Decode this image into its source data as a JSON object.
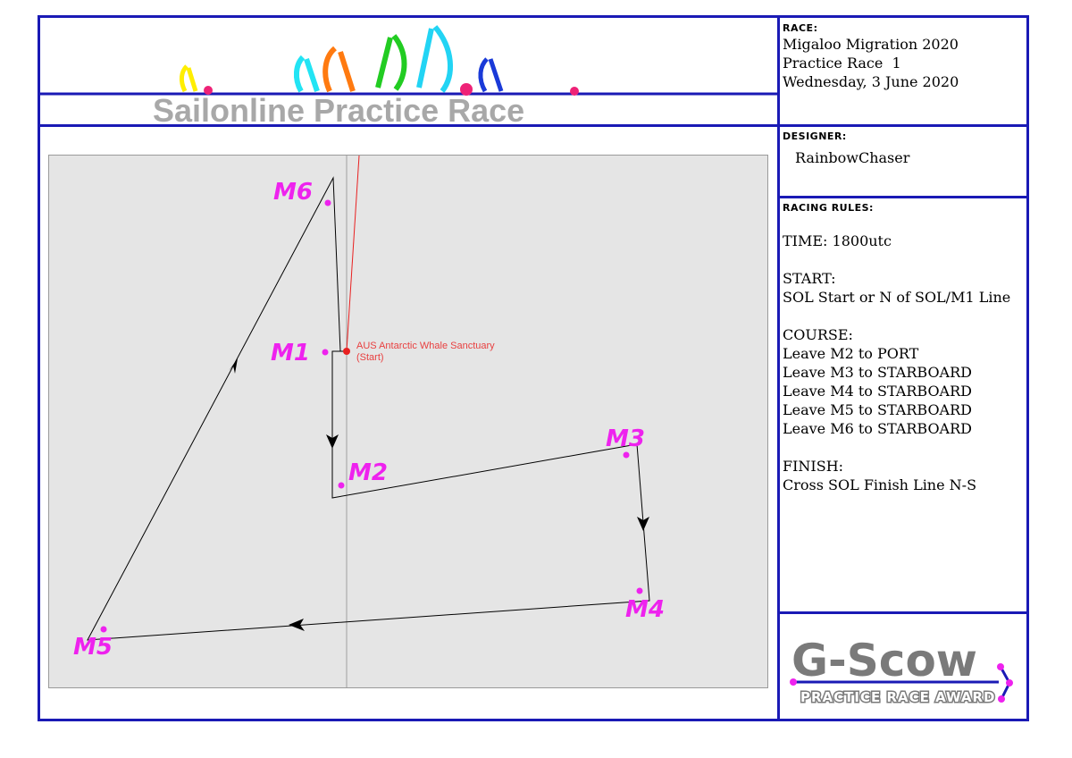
{
  "banner": {
    "title": "Sailonline Practice Race",
    "sail_colors": [
      "#ffee00",
      "#22e4f4",
      "#ff7a10",
      "#22cc22",
      "#22d4f4",
      "#1a3ad8"
    ],
    "line_color": "#1a1ab5",
    "dot_color": "#ee2277"
  },
  "race": {
    "label": "RACE:",
    "name": "Migaloo Migration 2020",
    "race_number": "Practice Race  1",
    "date": "Wednesday, 3 June 2020"
  },
  "designer": {
    "label": "DESIGNER:",
    "name": "RainbowChaser"
  },
  "rules": {
    "label": "RACING RULES:",
    "time": "TIME: 1800utc",
    "start_heading": "START:",
    "start_text": "SOL Start or N of SOL/M1 Line",
    "course_heading": "COURSE:",
    "course_items": [
      "Leave M2 to PORT",
      "Leave M3 to STARBOARD",
      "Leave M4 to STARBOARD",
      "Leave M5 to STARBOARD",
      "Leave M6 to STARBOARD"
    ],
    "finish_heading": "FINISH:",
    "finish_text": "Cross SOL Finish Line N-S"
  },
  "map": {
    "start_label_line1": "AUS Antarctic Whale Sanctuary",
    "start_label_line2": "(Start)",
    "marks": [
      "M1",
      "M2",
      "M3",
      "M4",
      "M5",
      "M6"
    ],
    "mark_color": "#ee22ee",
    "start_color": "#e82020",
    "course_color": "#000000"
  },
  "award": {
    "title": "G-Scow",
    "subtitle": "PRACTICE RACE AWARD",
    "accent": "#1a1ab5",
    "dot_color": "#ee22ee"
  }
}
